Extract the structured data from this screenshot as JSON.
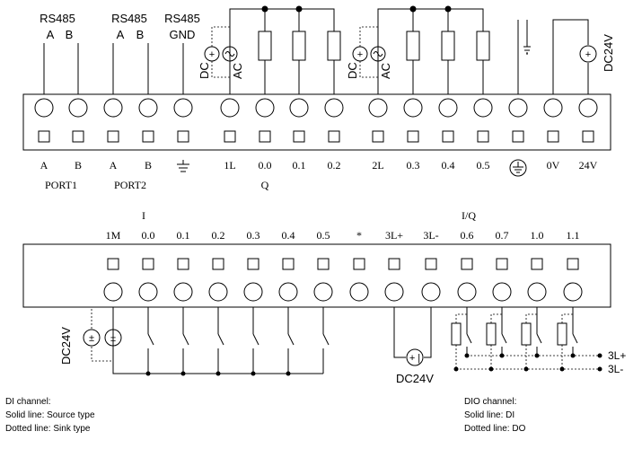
{
  "top_module": {
    "rs485_labels": [
      {
        "top": "RS485",
        "pins": [
          "A",
          "B"
        ]
      },
      {
        "top": "RS485",
        "pins": [
          "A",
          "B"
        ]
      },
      {
        "top": "RS485",
        "pins": [
          "GND"
        ]
      }
    ],
    "terminals": [
      "A",
      "B",
      "A",
      "B",
      "⏚",
      "1L",
      "0.0",
      "0.1",
      "0.2",
      "2L",
      "0.3",
      "0.4",
      "0.5",
      "⏚",
      "0V",
      "24V"
    ],
    "port_labels": [
      "PORT1",
      "PORT2"
    ],
    "group_label": "Q",
    "power_label": "DC24V",
    "dc_label": "DC",
    "ac_label": "AC"
  },
  "bottom_module": {
    "group_i": "I",
    "group_io": "I/Q",
    "terminals": [
      "1M",
      "0.0",
      "0.1",
      "0.2",
      "0.3",
      "0.4",
      "0.5",
      "*",
      "3L+",
      "3L-",
      "0.6",
      "0.7",
      "1.0",
      "1.1"
    ],
    "left_power_label": "DC24V",
    "center_power_label": "DC24V",
    "bus_plus": "3L+",
    "bus_minus": "3L-"
  },
  "notes": {
    "di": [
      "DI channel:",
      "Solid line: Source type",
      "Dotted line: Sink type"
    ],
    "dio": [
      "DIO channel:",
      "Solid line: DI",
      "Dotted line: DO"
    ]
  }
}
